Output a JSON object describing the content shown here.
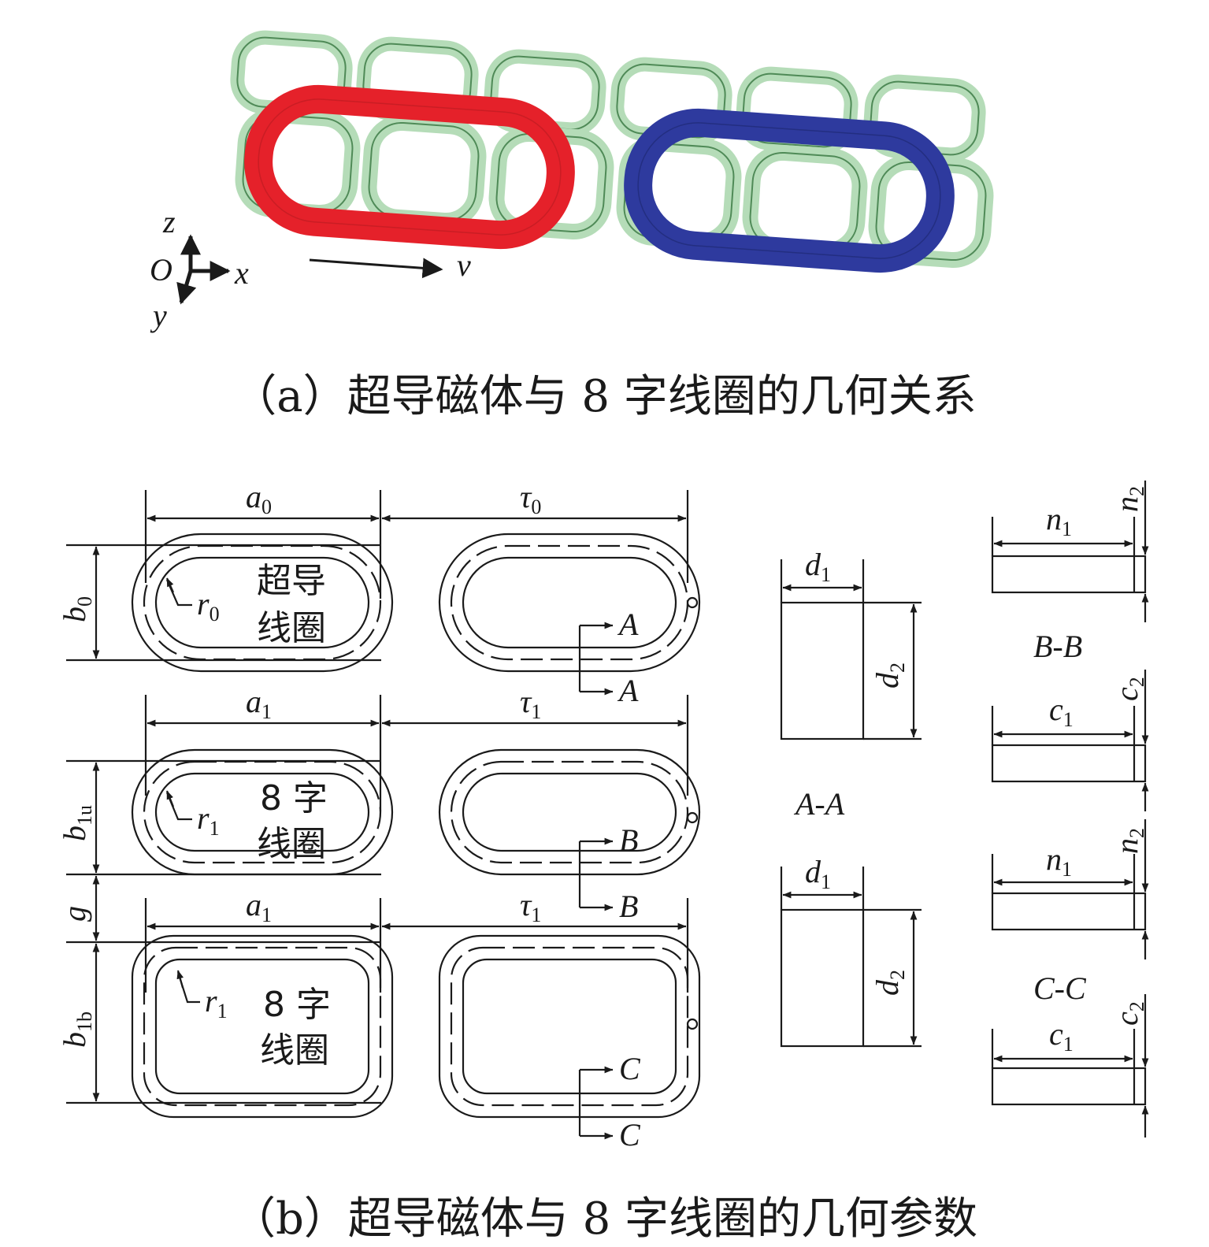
{
  "captions": {
    "a": "（a）超导磁体与 8 字线圈的几何关系",
    "b": "（b）超导磁体与 8 字线圈的几何参数"
  },
  "axes": {
    "z": "z",
    "o": "O",
    "x": "x",
    "y": "y",
    "v": "v"
  },
  "colors": {
    "magnet_left": "#e5212a",
    "magnet_right": "#2e3a9e",
    "coil_fill": "#b5dcb8",
    "coil_edge": "#4f8a57",
    "ink": "#1a1a1a"
  },
  "coil_labels": {
    "sc_1": "超导",
    "sc_2": "线圈",
    "fig8_upper_1": "8 字",
    "fig8_upper_2": "线圈",
    "fig8_lower_1": "8 字",
    "fig8_lower_2": "线圈"
  },
  "dims": {
    "a0": {
      "base": "a",
      "sub": "0"
    },
    "tau0": {
      "base": "τ",
      "sub": "0"
    },
    "b0": {
      "base": "b",
      "sub": "0"
    },
    "r0": {
      "base": "r",
      "sub": "0"
    },
    "a1_top": {
      "base": "a",
      "sub": "1"
    },
    "tau1_top": {
      "base": "τ",
      "sub": "1"
    },
    "b1u": {
      "base": "b",
      "sub": "1u"
    },
    "r1_upper": {
      "base": "r",
      "sub": "1"
    },
    "g": {
      "base": "g",
      "sub": ""
    },
    "a1_bot": {
      "base": "a",
      "sub": "1"
    },
    "tau1_bot": {
      "base": "τ",
      "sub": "1"
    },
    "b1b": {
      "base": "b",
      "sub": "1b"
    },
    "r1_lower": {
      "base": "r",
      "sub": "1"
    },
    "d1_top": {
      "base": "d",
      "sub": "1"
    },
    "d2_top": {
      "base": "d",
      "sub": "2"
    },
    "d1_bot": {
      "base": "d",
      "sub": "1"
    },
    "d2_bot": {
      "base": "d",
      "sub": "2"
    },
    "n1_top": {
      "base": "n",
      "sub": "1"
    },
    "n2_top": {
      "base": "n",
      "sub": "2"
    },
    "c1_top": {
      "base": "c",
      "sub": "1"
    },
    "c2_top": {
      "base": "c",
      "sub": "2"
    },
    "n1_bot": {
      "base": "n",
      "sub": "1"
    },
    "n2_bot": {
      "base": "n",
      "sub": "2"
    },
    "c1_bot": {
      "base": "c",
      "sub": "1"
    },
    "c2_bot": {
      "base": "c",
      "sub": "2"
    }
  },
  "section_marks": {
    "A": "A",
    "B": "B",
    "C": "C"
  },
  "section_titles": {
    "aa": "A-A",
    "bb": "B-B",
    "cc": "C-C"
  }
}
